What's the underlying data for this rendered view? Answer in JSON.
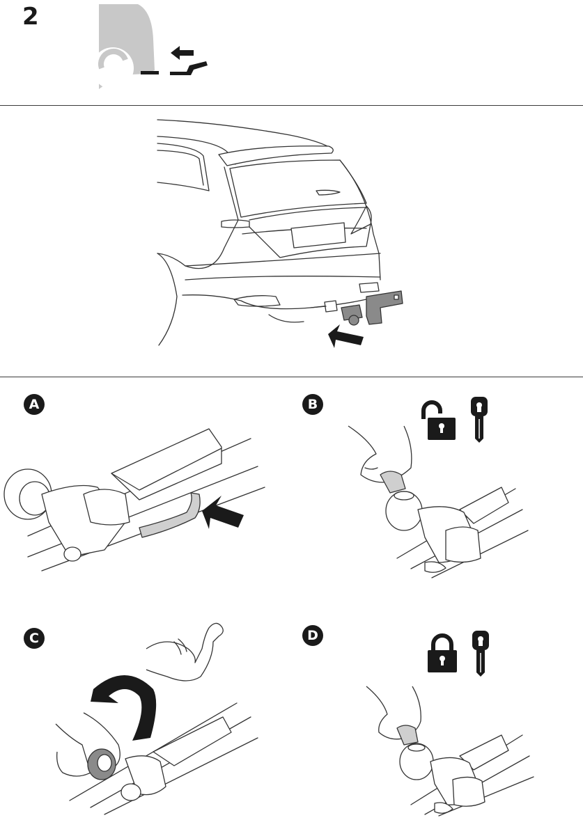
{
  "step": {
    "number": "2"
  },
  "panels": [
    {
      "id": "A",
      "label": "A",
      "icons": []
    },
    {
      "id": "B",
      "label": "B",
      "icons": [
        "unlocked-padlock-icon",
        "key-icon"
      ]
    },
    {
      "id": "C",
      "label": "C",
      "icons": [
        "rotate-arrow-icon",
        "flexed-arm-icon"
      ]
    },
    {
      "id": "D",
      "label": "D",
      "icons": [
        "locked-padlock-icon",
        "key-icon"
      ]
    }
  ],
  "colors": {
    "ink": "#1a1a1a",
    "car_grey": "#c8c8c8",
    "part_grey": "#8a8a8a"
  }
}
